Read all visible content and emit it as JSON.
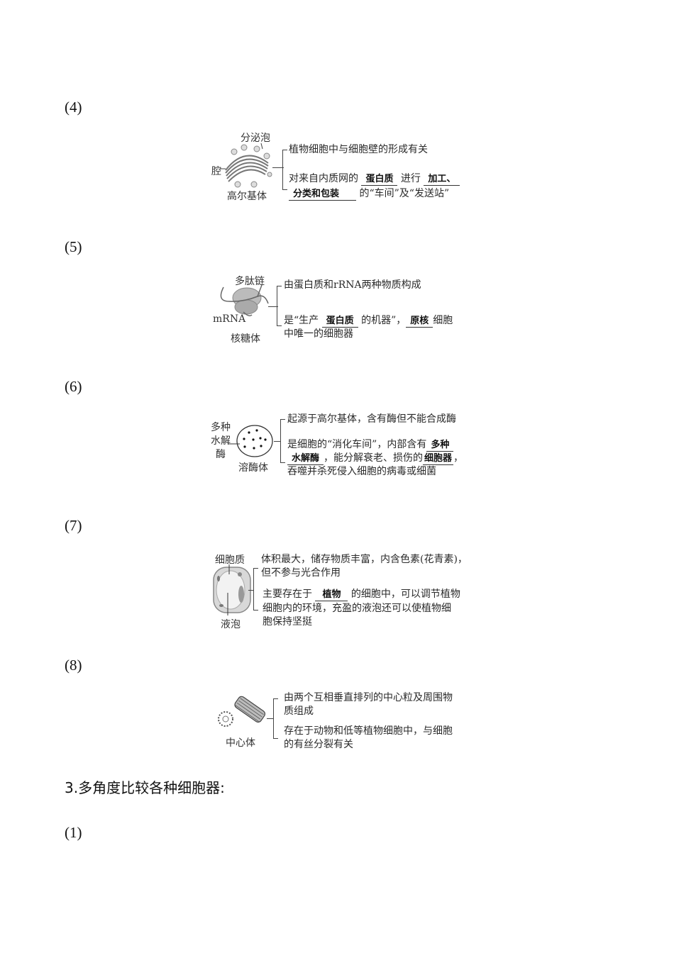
{
  "sections": [
    {
      "label": "(4)",
      "organelle_name": "高尔基体",
      "image_labels": {
        "top": "分泌泡",
        "left": "腔"
      },
      "line1": "植物细胞中与细胞壁的形成有关",
      "line2": {
        "pre": "对来自内质网的",
        "blank1": "蛋白质",
        "mid": "进行",
        "blank2a": "加工、",
        "blank2b": "分类和包装",
        "post": "的“车间”及“发送站”"
      }
    },
    {
      "label": "(5)",
      "organelle_name": "核糖体",
      "image_labels": {
        "top": "多肽链",
        "left": "mRNA"
      },
      "line1": "由蛋白质和rRNA两种物质构成",
      "line2": {
        "pre": "是“生产",
        "blank1": "蛋白质",
        "mid": "的机器”，",
        "blank2": "原核",
        "post": "细胞",
        "cont": "中唯一的细胞器"
      }
    },
    {
      "label": "(6)",
      "organelle_name": "溶酶体",
      "image_labels": {
        "left_lines": [
          "多种",
          "水解",
          "酶"
        ]
      },
      "line1": "起源于高尔基体，含有酶但不能合成酶",
      "line2": {
        "pre": "是细胞的“消化车间”，内部含有",
        "blank1a": "多种",
        "blank1b": "水解酶",
        "mid": "，能分解衰老、损伤的",
        "blank2": "细胞器",
        "post": "，",
        "cont": "吞噬并杀死侵入细胞的病毒或细菌"
      }
    },
    {
      "label": "(7)",
      "organelle_name": "液泡",
      "image_labels": {
        "top": "细胞质"
      },
      "line1a": "体积最大，储存物质丰富，内含色素(花青素)，",
      "line1b": "但不参与光合作用",
      "line2": {
        "pre": "主要存在于",
        "blank1": "植物",
        "post": "的细胞中，可以调节植物",
        "cont1": "细胞内的环境，充盈的液泡还可以使植物细",
        "cont2": "胞保持坚挺"
      }
    },
    {
      "label": "(8)",
      "organelle_name": "中心体",
      "line1a": "由两个互相垂直排列的中心粒及周围物",
      "line1b": "质组成",
      "line2a": "存在于动物和低等植物细胞中，与细胞",
      "line2b": "的有丝分裂有关"
    }
  ],
  "heading": "3.多角度比较各种细胞器:",
  "next_label": "(1)"
}
